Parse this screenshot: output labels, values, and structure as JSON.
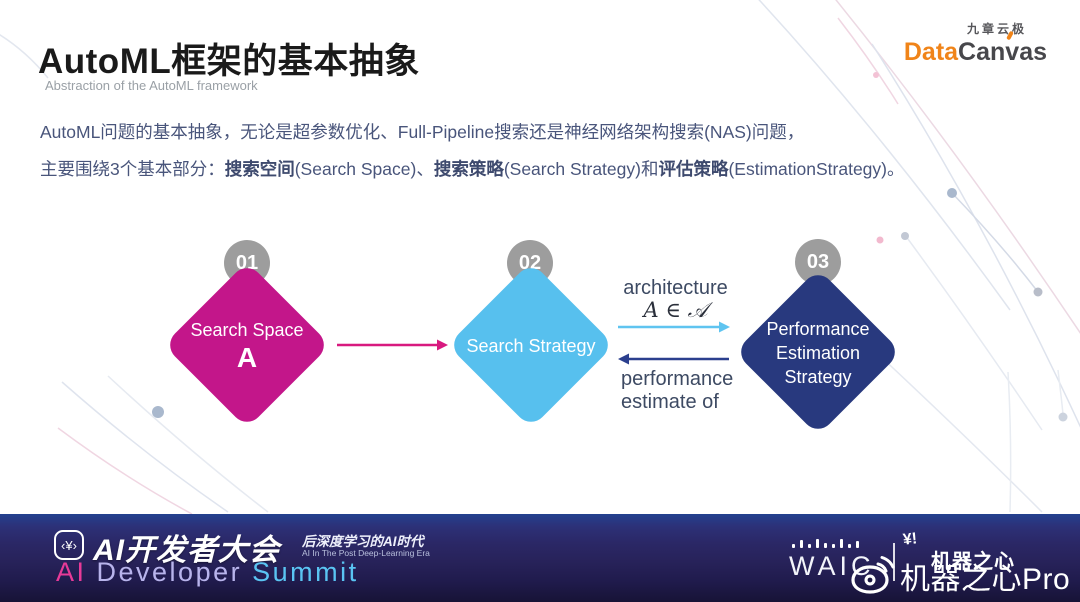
{
  "header": {
    "title": "AutoML框架的基本抽象",
    "subtitle": "Abstraction of the AutoML framework",
    "logo": {
      "company_cn": "九章云极",
      "brand_part1": "Data",
      "brand_part2_pre": "Can",
      "brand_part2_v": "v",
      "brand_part2_post": "as"
    }
  },
  "intro": {
    "line1": "AutoML问题的基本抽象，无论是超参数优化、Full-Pipeline搜索还是神经网络架构搜索(NAS)问题，",
    "line2_prefix": "主要围绕3个基本部分：",
    "keyword1": "搜索空间",
    "seg1": "(Search Space)、",
    "keyword2": "搜索策略",
    "seg2": "(Search Strategy)和",
    "keyword3": "评估策略",
    "seg3": "(EstimationStrategy)。"
  },
  "diagram": {
    "nodes": [
      {
        "number": "01",
        "title": "Search Space",
        "symbol": "A",
        "color": "#c3168a"
      },
      {
        "number": "02",
        "title": "Search Strategy",
        "color": "#57c0ee"
      },
      {
        "number": "03",
        "title_line1": "Performance",
        "title_line2": "Estimation",
        "title_line3": "Strategy",
        "color": "#28397e"
      }
    ],
    "badge_color": "#9d9d9d",
    "forward_arrow_color": "#d8197f",
    "architecture_arrow_color": "#5fc4f0",
    "performance_arrow_color": "#2b3f8e",
    "labels": {
      "architecture": "architecture",
      "architecture_math": "A ∈ 𝒜",
      "performance_line1": "performance",
      "performance_line2": "estimate of"
    }
  },
  "footer": {
    "summit_title_cn": "AI开发者大会",
    "tagline_cn": "后深度学习的AI时代",
    "tagline_en": "AI In The Post Deep-Learning Era",
    "summit_en": {
      "part1": "AI",
      "part2": "Developer",
      "part3": "Summit"
    },
    "waic": "WAIC",
    "synced": "机器之心",
    "watermark": "机器之心Pro"
  },
  "icons": {
    "summit_badge_glyph": "‹¥›",
    "synced_glyph": "¥!"
  },
  "colors": {
    "magenta": "#c3168a",
    "light_blue": "#57c0ee",
    "navy": "#28397e",
    "badge_gray": "#9d9d9d",
    "brand_orange": "#f08419",
    "banner_top": "#24418f",
    "banner_bottom": "#171336",
    "body_text": "#49557b"
  }
}
